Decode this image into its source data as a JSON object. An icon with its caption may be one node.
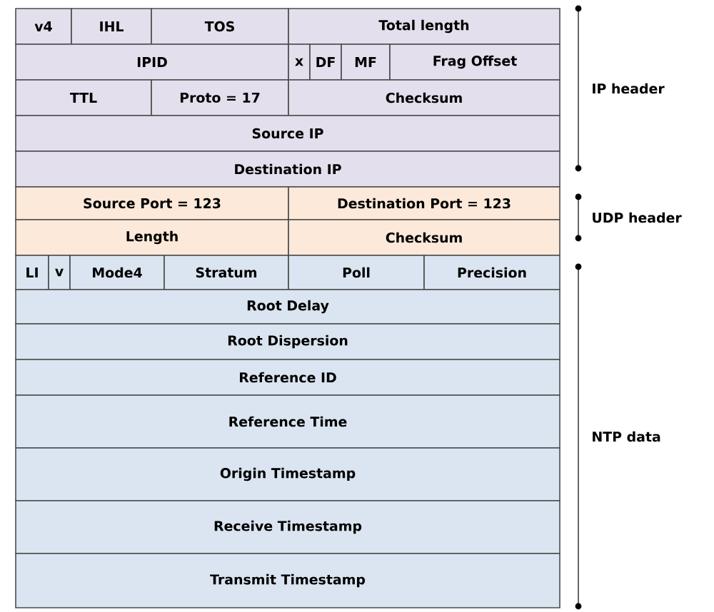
{
  "diagram": {
    "nodes": [
      {
        "text": [
          "v4"
        ]
      },
      {
        "text": [
          "IHL"
        ]
      },
      {
        "text": [
          "TOS"
        ]
      },
      {
        "text": [
          "Total length"
        ]
      },
      {
        "text": [
          "IPID"
        ]
      },
      {
        "text": [
          "x"
        ]
      },
      {
        "text": [
          "DF"
        ]
      },
      {
        "text": [
          "MF"
        ]
      },
      {
        "text": [
          "Frag Offset"
        ]
      },
      {
        "text": [
          "TTL"
        ]
      },
      {
        "text": [
          "Proto = 17"
        ]
      },
      {
        "text": [
          "Checksum"
        ]
      },
      {
        "text": [
          "Source IP"
        ]
      },
      {
        "text": [
          "Destination IP"
        ]
      },
      {
        "text": [
          "Source Port = 123"
        ]
      },
      {
        "text": [
          "Destination Port = 123"
        ]
      },
      {
        "text": [
          "Length"
        ]
      },
      {
        "text": [
          "Checksum"
        ]
      },
      {
        "text": [
          "LI"
        ]
      },
      {
        "text": [
          "v"
        ]
      },
      {
        "text": [
          "Mode4"
        ]
      },
      {
        "text": [
          "Stratum"
        ]
      },
      {
        "text": [
          "Poll"
        ]
      },
      {
        "text": [
          "Precision"
        ]
      },
      {
        "text": [
          "Root Delay"
        ]
      },
      {
        "text": [
          "Root Dispersion"
        ]
      },
      {
        "text": [
          "Reference ID"
        ]
      },
      {
        "text": [
          "Reference Time"
        ]
      },
      {
        "text": [
          "Origin Timestamp"
        ]
      },
      {
        "text": [
          "Receive Timestamp"
        ]
      },
      {
        "text": [
          "Transmit Timestamp"
        ]
      }
    ],
    "labels": [
      "IP header",
      "UDP header",
      "NTP data"
    ]
  }
}
